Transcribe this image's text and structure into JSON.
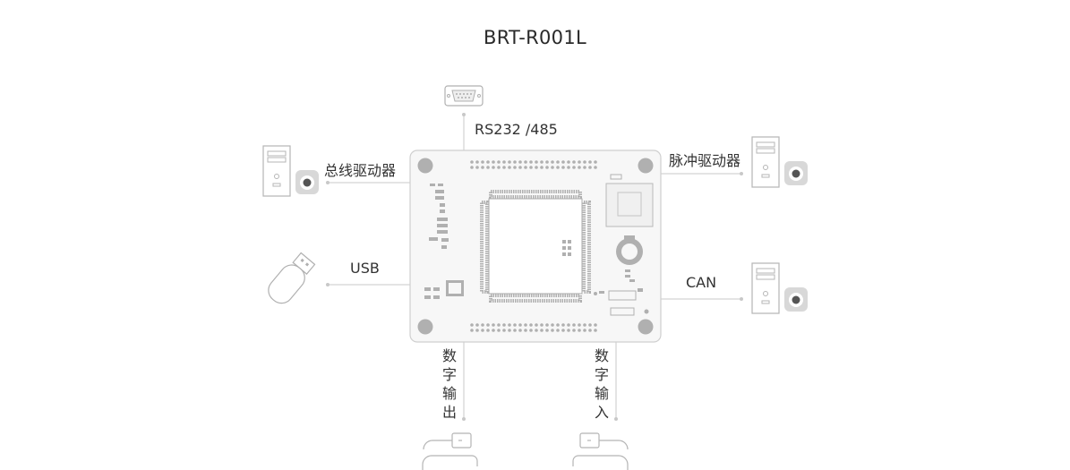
{
  "title": "BRT-R001L",
  "labels": {
    "rs232": "RS232 /485",
    "bus_driver": "总线驱动器",
    "pulse_driver": "脉冲驱动器",
    "usb": "USB",
    "can": "CAN",
    "digital_output": "数字输出",
    "digital_input": "数字输入"
  },
  "icons": {
    "serial_port": "db9-serial-port-icon",
    "computer": "desktop-tower-icon",
    "usb_drive": "usb-flash-drive-icon",
    "board": "circuit-board-icon",
    "digital_io": "io-plug-icon"
  },
  "colors": {
    "line": "#c8c8c8",
    "board_fill": "#f7f7f7",
    "board_stroke": "#cfcfcf",
    "component": "#a8a8a8",
    "text": "#333333"
  }
}
